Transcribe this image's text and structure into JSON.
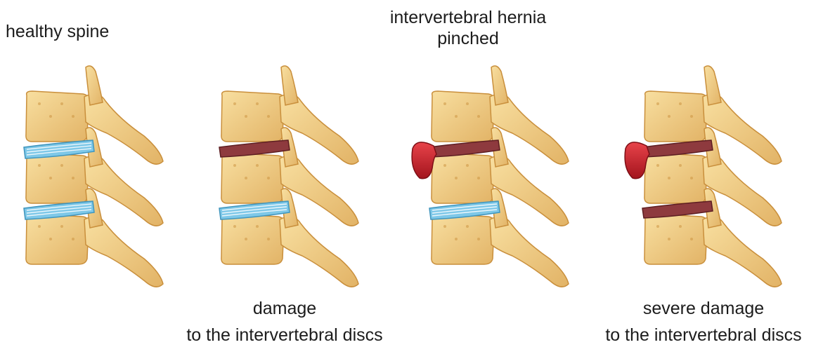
{
  "labels": {
    "healthy": "healthy spine",
    "hernia_line1": "intervertebral hernia",
    "hernia_line2": "pinched",
    "damage_line1": "damage",
    "damage_line2": "to the intervertebral discs",
    "severe_line1": "severe damage",
    "severe_line2": "to the intervertebral discs"
  },
  "colors": {
    "bone": "#f2cf86",
    "bone_dark": "#c98f3c",
    "disc_healthy": "#7ec8e8",
    "disc_damaged": "#8e3a3e",
    "hernia": "#cc1f2a"
  },
  "segments": [
    {
      "name": "healthy",
      "upper_disc": "healthy",
      "lower_disc": "healthy",
      "hernia": false
    },
    {
      "name": "damage",
      "upper_disc": "damaged",
      "lower_disc": "healthy",
      "hernia": false
    },
    {
      "name": "hernia",
      "upper_disc": "hernia",
      "lower_disc": "healthy",
      "hernia": true
    },
    {
      "name": "severe",
      "upper_disc": "hernia",
      "lower_disc": "damaged",
      "hernia": true
    }
  ]
}
